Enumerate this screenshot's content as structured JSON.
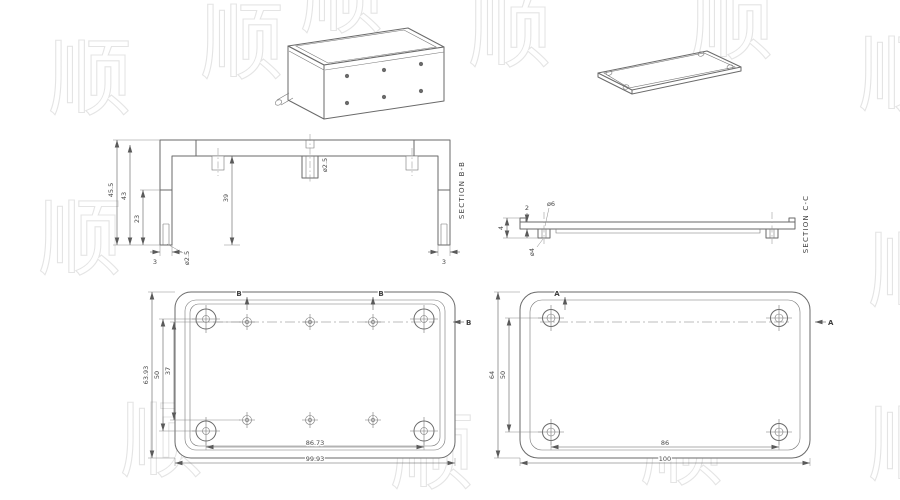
{
  "watermark": {
    "char": "顺"
  },
  "section_bb": {
    "title": "SECTION B-B",
    "height_outer": "45.5",
    "height_inner": "43",
    "lip_height": "23",
    "cavity_depth": "39",
    "boss_dia": "ø2.5",
    "wall_hole_dia": "ø2.5",
    "wall_left": "3",
    "wall_right": "3"
  },
  "section_cc": {
    "title": "SECTION C-C",
    "thickness": "2",
    "boss_dia": "ø6",
    "total_height": "4",
    "hole_dia": "ø4"
  },
  "base_plan": {
    "cut_label": "B",
    "width_outer": "63.93",
    "hole_spacing_v": "50",
    "standoff_spacing_v": "37",
    "length_outer": "99.93",
    "hole_spacing_h": "86.73"
  },
  "lid_plan": {
    "cut_label": "A",
    "width_outer": "64",
    "hole_spacing_v": "50",
    "length_outer": "100",
    "hole_spacing_h": "86"
  }
}
